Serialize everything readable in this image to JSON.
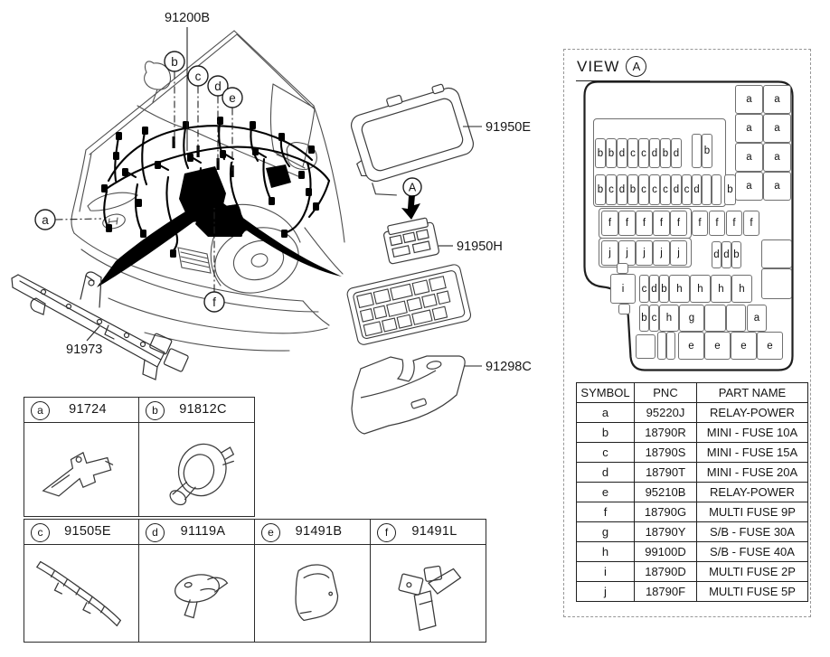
{
  "figure": {
    "labels": {
      "harness": "91200B",
      "crossmember": "91973",
      "upper_cover": "91950E",
      "relay_box": "91950H",
      "lower_cover": "91298C"
    },
    "view_marker": "A",
    "callouts": {
      "a": "a",
      "b": "b",
      "c": "c",
      "d": "d",
      "e": "e",
      "f": "f"
    }
  },
  "parts_grid": {
    "cells": [
      {
        "callout": "a",
        "part_number": "91724"
      },
      {
        "callout": "b",
        "part_number": "91812C"
      },
      {
        "callout": "c",
        "part_number": "91505E"
      },
      {
        "callout": "d",
        "part_number": "91119A"
      },
      {
        "callout": "e",
        "part_number": "91491B"
      },
      {
        "callout": "f",
        "part_number": "91491L"
      }
    ]
  },
  "view_panel": {
    "title": "VIEW",
    "view_marker": "A",
    "fuse_groups": [
      [
        11,
        42,
        147,
        98
      ],
      [
        17,
        141,
        103,
        34
      ],
      [
        17,
        174,
        103,
        33
      ]
    ],
    "fuse_cells": [
      [
        168,
        5,
        31,
        32,
        "a"
      ],
      [
        199,
        5,
        31,
        32,
        "a"
      ],
      [
        168,
        37,
        31,
        32,
        "a"
      ],
      [
        199,
        37,
        31,
        32,
        "a"
      ],
      [
        168,
        69,
        31,
        32,
        "a"
      ],
      [
        199,
        69,
        31,
        32,
        "a"
      ],
      [
        168,
        101,
        31,
        32,
        "a"
      ],
      [
        199,
        101,
        31,
        32,
        "a"
      ],
      [
        13,
        64,
        12,
        33,
        "b"
      ],
      [
        25,
        64,
        12,
        33,
        "b"
      ],
      [
        37,
        64,
        12,
        33,
        "d"
      ],
      [
        49,
        64,
        12,
        33,
        "c"
      ],
      [
        61,
        64,
        12,
        33,
        "c"
      ],
      [
        73,
        64,
        12,
        33,
        "d"
      ],
      [
        85,
        64,
        12,
        33,
        "b"
      ],
      [
        97,
        64,
        12,
        33,
        "d"
      ],
      [
        120,
        59,
        11,
        38,
        ""
      ],
      [
        131,
        59,
        12,
        38,
        "b"
      ],
      [
        13,
        104,
        12,
        34,
        "b"
      ],
      [
        25,
        104,
        12,
        34,
        "c"
      ],
      [
        37,
        104,
        12,
        34,
        "d"
      ],
      [
        49,
        104,
        12,
        34,
        "b"
      ],
      [
        61,
        104,
        12,
        34,
        "c"
      ],
      [
        73,
        104,
        12,
        34,
        "c"
      ],
      [
        85,
        104,
        12,
        34,
        "c"
      ],
      [
        97,
        104,
        12,
        34,
        "d"
      ],
      [
        109,
        104,
        11,
        34,
        "c"
      ],
      [
        120,
        104,
        11,
        34,
        "d"
      ],
      [
        131,
        104,
        11,
        34,
        ""
      ],
      [
        142,
        104,
        11,
        34,
        ""
      ],
      [
        156,
        104,
        13,
        34,
        "b"
      ],
      [
        20,
        144,
        19,
        28,
        "f"
      ],
      [
        39,
        144,
        19,
        28,
        "f"
      ],
      [
        58,
        144,
        19,
        28,
        "f"
      ],
      [
        77,
        144,
        19,
        28,
        "f"
      ],
      [
        96,
        144,
        19,
        28,
        "f"
      ],
      [
        120,
        144,
        18,
        28,
        "f"
      ],
      [
        139,
        144,
        18,
        28,
        "f"
      ],
      [
        158,
        144,
        18,
        28,
        "f"
      ],
      [
        177,
        144,
        18,
        28,
        "f"
      ],
      [
        20,
        177,
        19,
        28,
        "j"
      ],
      [
        39,
        177,
        19,
        28,
        "j"
      ],
      [
        58,
        177,
        19,
        28,
        "j"
      ],
      [
        77,
        177,
        19,
        28,
        "j"
      ],
      [
        96,
        177,
        19,
        28,
        "j"
      ],
      [
        142,
        178,
        11,
        30,
        "d"
      ],
      [
        153,
        178,
        11,
        30,
        "d"
      ],
      [
        164,
        178,
        11,
        30,
        "b"
      ],
      [
        197,
        176,
        34,
        32,
        ""
      ],
      [
        197,
        208,
        34,
        34,
        ""
      ],
      [
        37,
        202,
        13,
        12,
        ""
      ],
      [
        30,
        214,
        28,
        33,
        "i"
      ],
      [
        39,
        247,
        13,
        12,
        ""
      ],
      [
        62,
        215,
        11,
        31,
        "c"
      ],
      [
        73,
        215,
        11,
        31,
        "d"
      ],
      [
        84,
        215,
        11,
        31,
        "b"
      ],
      [
        95,
        215,
        23,
        31,
        "h"
      ],
      [
        118,
        215,
        23,
        31,
        "h"
      ],
      [
        141,
        215,
        23,
        31,
        "h"
      ],
      [
        164,
        215,
        23,
        31,
        "h"
      ],
      [
        62,
        248,
        11,
        30,
        "b"
      ],
      [
        73,
        248,
        11,
        30,
        "c"
      ],
      [
        84,
        248,
        22,
        30,
        "h"
      ],
      [
        106,
        248,
        28,
        30,
        "g"
      ],
      [
        134,
        248,
        24,
        30,
        ""
      ],
      [
        158,
        248,
        22,
        30,
        ""
      ],
      [
        181,
        248,
        22,
        30,
        "a"
      ],
      [
        58,
        281,
        22,
        27,
        ""
      ],
      [
        82,
        278,
        10,
        31,
        ""
      ],
      [
        92,
        278,
        10,
        31,
        ""
      ],
      [
        105,
        278,
        29,
        31,
        "e"
      ],
      [
        134,
        278,
        29,
        31,
        "e"
      ],
      [
        163,
        278,
        29,
        31,
        "e"
      ],
      [
        192,
        278,
        29,
        31,
        "e"
      ]
    ],
    "table": {
      "headers": [
        "SYMBOL",
        "PNC",
        "PART NAME"
      ],
      "rows": [
        [
          "a",
          "95220J",
          "RELAY-POWER"
        ],
        [
          "b",
          "18790R",
          "MINI - FUSE 10A"
        ],
        [
          "c",
          "18790S",
          "MINI - FUSE 15A"
        ],
        [
          "d",
          "18790T",
          "MINI - FUSE 20A"
        ],
        [
          "e",
          "95210B",
          "RELAY-POWER"
        ],
        [
          "f",
          "18790G",
          "MULTI FUSE 9P"
        ],
        [
          "g",
          "18790Y",
          "S/B - FUSE 30A"
        ],
        [
          "h",
          "99100D",
          "S/B - FUSE 40A"
        ],
        [
          "i",
          "18790D",
          "MULTI FUSE 2P"
        ],
        [
          "j",
          "18790F",
          "MULTI FUSE 5P"
        ]
      ]
    }
  },
  "colors": {
    "background": "#ffffff",
    "ink": "#161616",
    "line": "#3c3c3c"
  }
}
